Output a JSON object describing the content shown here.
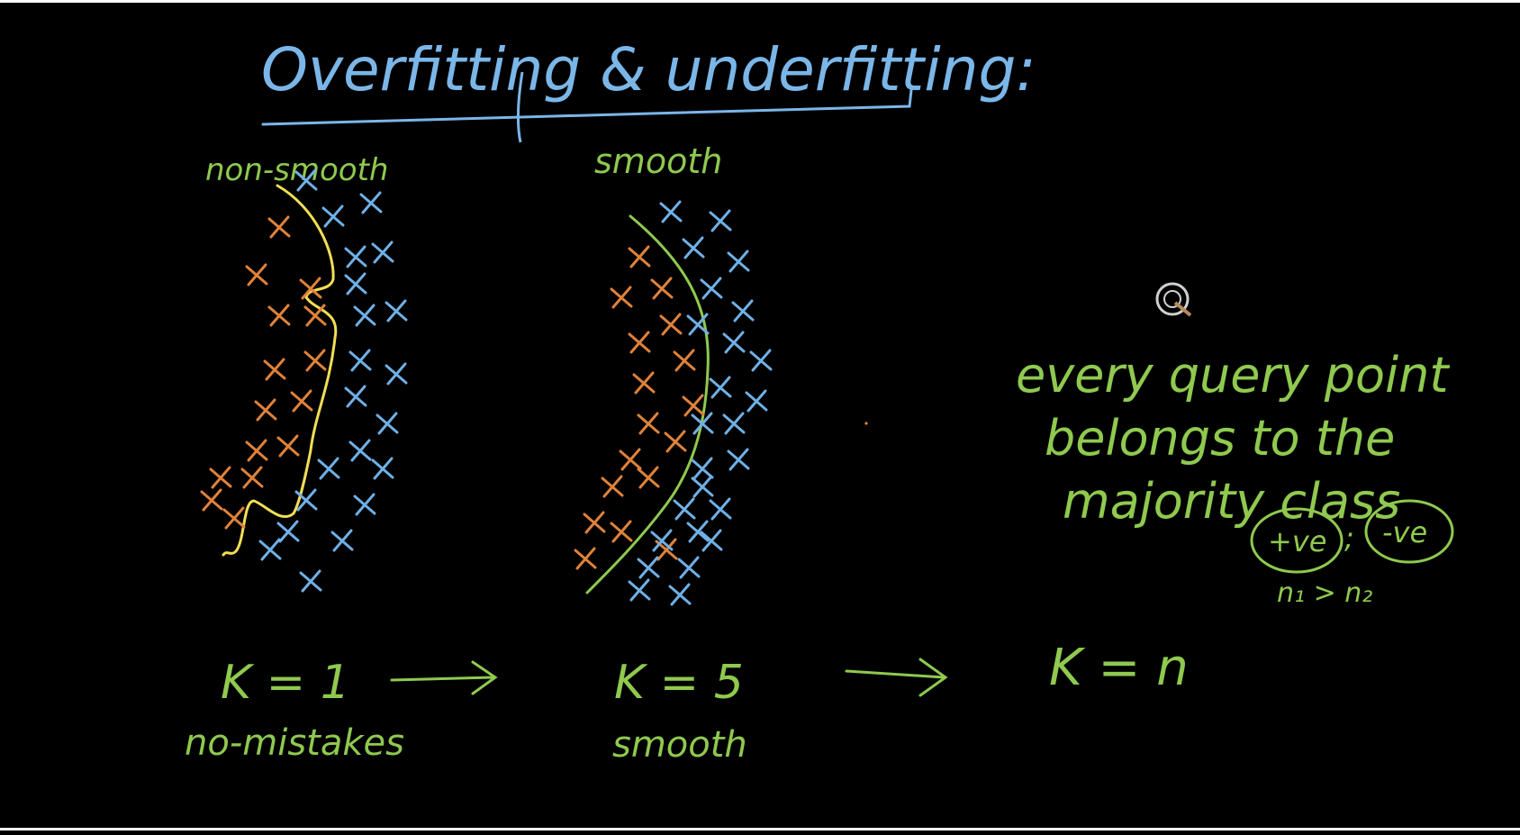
{
  "title": "Overfitting & underfitting:",
  "colors": {
    "background": "#000000",
    "title_blue": "#7bb6e8",
    "text_green": "#8fc94f",
    "class_orange": "#e0823a",
    "class_blue": "#6fb0e6",
    "boundary_yellow": "#f2de55",
    "boundary_green": "#8fc94f",
    "cursor": "#d0d0d0"
  },
  "panels": [
    {
      "label": "non-smooth",
      "k_label": "K = 1",
      "caption": "no-mistakes",
      "boundary": "yellow"
    },
    {
      "label": "smooth",
      "k_label": "K = 5",
      "caption": "smooth",
      "boundary": "green"
    }
  ],
  "conclusion": {
    "k_label": "K = n",
    "lines": [
      "every query point",
      "belongs to the",
      "majority class"
    ],
    "class_pos": "+ve",
    "class_neg": "-ve",
    "relation": "n₁ > n₂"
  },
  "icons": [
    "arrow-right-icon",
    "cursor-icon"
  ]
}
